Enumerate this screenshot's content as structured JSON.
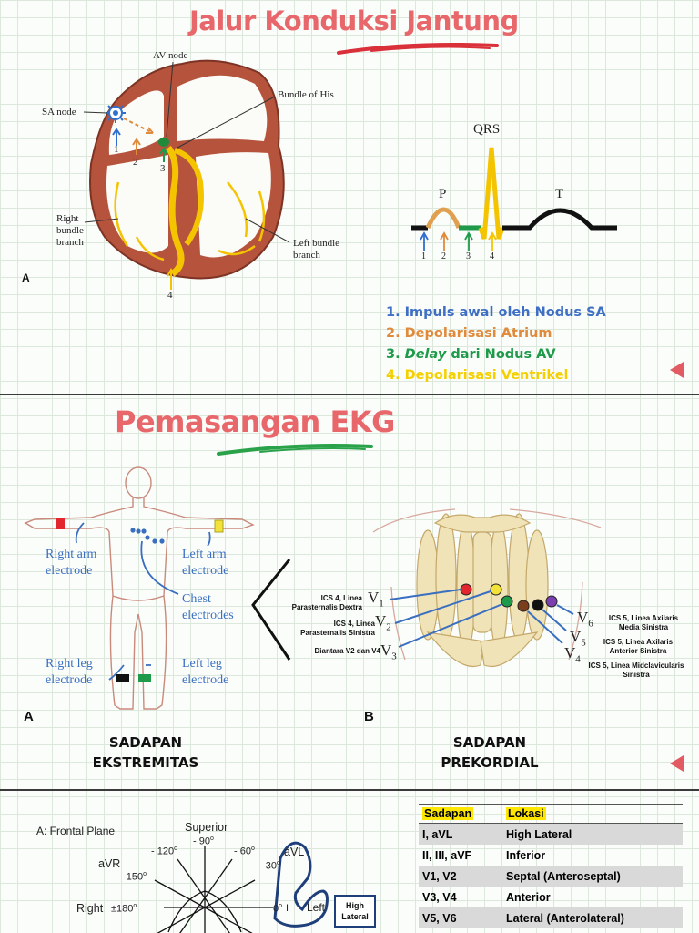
{
  "section1": {
    "title": "Jalur Konduksi Jantung",
    "panel_letter": "A",
    "heart_labels": {
      "av_node": "AV node",
      "sa_node": "SA node",
      "bundle_of_his": "Bundle of His",
      "right_bundle_branch": [
        "Right",
        "bundle",
        "branch"
      ],
      "left_bundle_branch": [
        "Left bundle",
        "branch"
      ],
      "n1": "1",
      "n2": "2",
      "n3": "3",
      "n4": "4"
    },
    "ecg_labels": {
      "qrs": "QRS",
      "p": "P",
      "t": "T",
      "n1": "1",
      "n2": "2",
      "n3": "3",
      "n4": "4"
    },
    "legend": [
      {
        "text": "1. Impuls awal oleh Nodus SA",
        "color": "#3f6fc4"
      },
      {
        "text": "2. Depolarisasi Atrium",
        "color": "#e08a3c"
      },
      {
        "text_pre": "3. ",
        "text_italic": "Delay",
        "text_post": " dari Nodus AV",
        "color": "#1f9a4a"
      },
      {
        "text": "4. Depolarisasi Ventrikel",
        "color": "#f5d000"
      }
    ]
  },
  "section2": {
    "title": "Pemasangan EKG",
    "body_labels": {
      "right_arm": [
        "Right arm",
        "electrode"
      ],
      "left_arm": [
        "Left arm",
        "electrode"
      ],
      "chest": [
        "Chest",
        "electrodes"
      ],
      "right_leg": [
        "Right leg",
        "electrode"
      ],
      "left_leg": [
        "Left leg",
        "electrode"
      ]
    },
    "letter_a": "A",
    "letter_b": "B",
    "caption_a": [
      "SADAPAN",
      "EKSTREMITAS"
    ],
    "caption_b": [
      "SADAPAN",
      "PREKORDIAL"
    ],
    "leads": {
      "v1": "V",
      "v1_sub": "1",
      "v2": "V",
      "v2_sub": "2",
      "v3": "V",
      "v3_sub": "3",
      "v4": "V",
      "v4_sub": "4",
      "v5": "V",
      "v5_sub": "5",
      "v6": "V",
      "v6_sub": "6"
    },
    "lead_notes": {
      "v1": [
        "ICS 4, Linea",
        "Parasternalis Dextra"
      ],
      "v2": [
        "ICS 4, Linea",
        "Parasternalis Sinistra"
      ],
      "v3": [
        "Diantara V2 dan V4"
      ],
      "v6": [
        "ICS 5, Linea Axilaris",
        "Media Sinistra"
      ],
      "v5": [
        "ICS 5, Linea Axilaris",
        "Anterior Sinistra"
      ],
      "v4": [
        "ICS 5, Linea Midclavicularis",
        "Sinistra"
      ]
    },
    "electrode_colors": [
      "#e3262e",
      "#f2e23a",
      "#1e9a4a",
      "#7a3e1c",
      "#111111",
      "#7b3fb0"
    ]
  },
  "section3": {
    "frontal": {
      "title": "A: Frontal Plane",
      "superior": "Superior",
      "deg_m90": "- 90",
      "deg_m120": "- 120",
      "deg_m60": "- 60",
      "deg_m150": "- 150",
      "deg_m30": "- 30",
      "deg_180": "±180",
      "deg_0": "0",
      "avr": "aVR",
      "avl": "aVL",
      "right": "Right",
      "left": "Left",
      "lead_i": "I",
      "sup_o": "o",
      "box": [
        "High",
        "Lateral"
      ]
    },
    "table": {
      "headers": [
        "Sadapan",
        "Lokasi"
      ],
      "rows": [
        [
          "I, aVL",
          "High Lateral"
        ],
        [
          "II, III, aVF",
          "Inferior"
        ],
        [
          "V1, V2",
          "Septal (Anteroseptal)"
        ],
        [
          "V3, V4",
          "Anterior"
        ],
        [
          "V5, V6",
          "Lateral (Anterolateral)"
        ]
      ]
    }
  },
  "colors": {
    "title": "#e8676b",
    "underline_red": "#d9303a",
    "underline_green": "#2aa24a",
    "heart": "#b5533c",
    "purkinje": "#f5c400"
  }
}
